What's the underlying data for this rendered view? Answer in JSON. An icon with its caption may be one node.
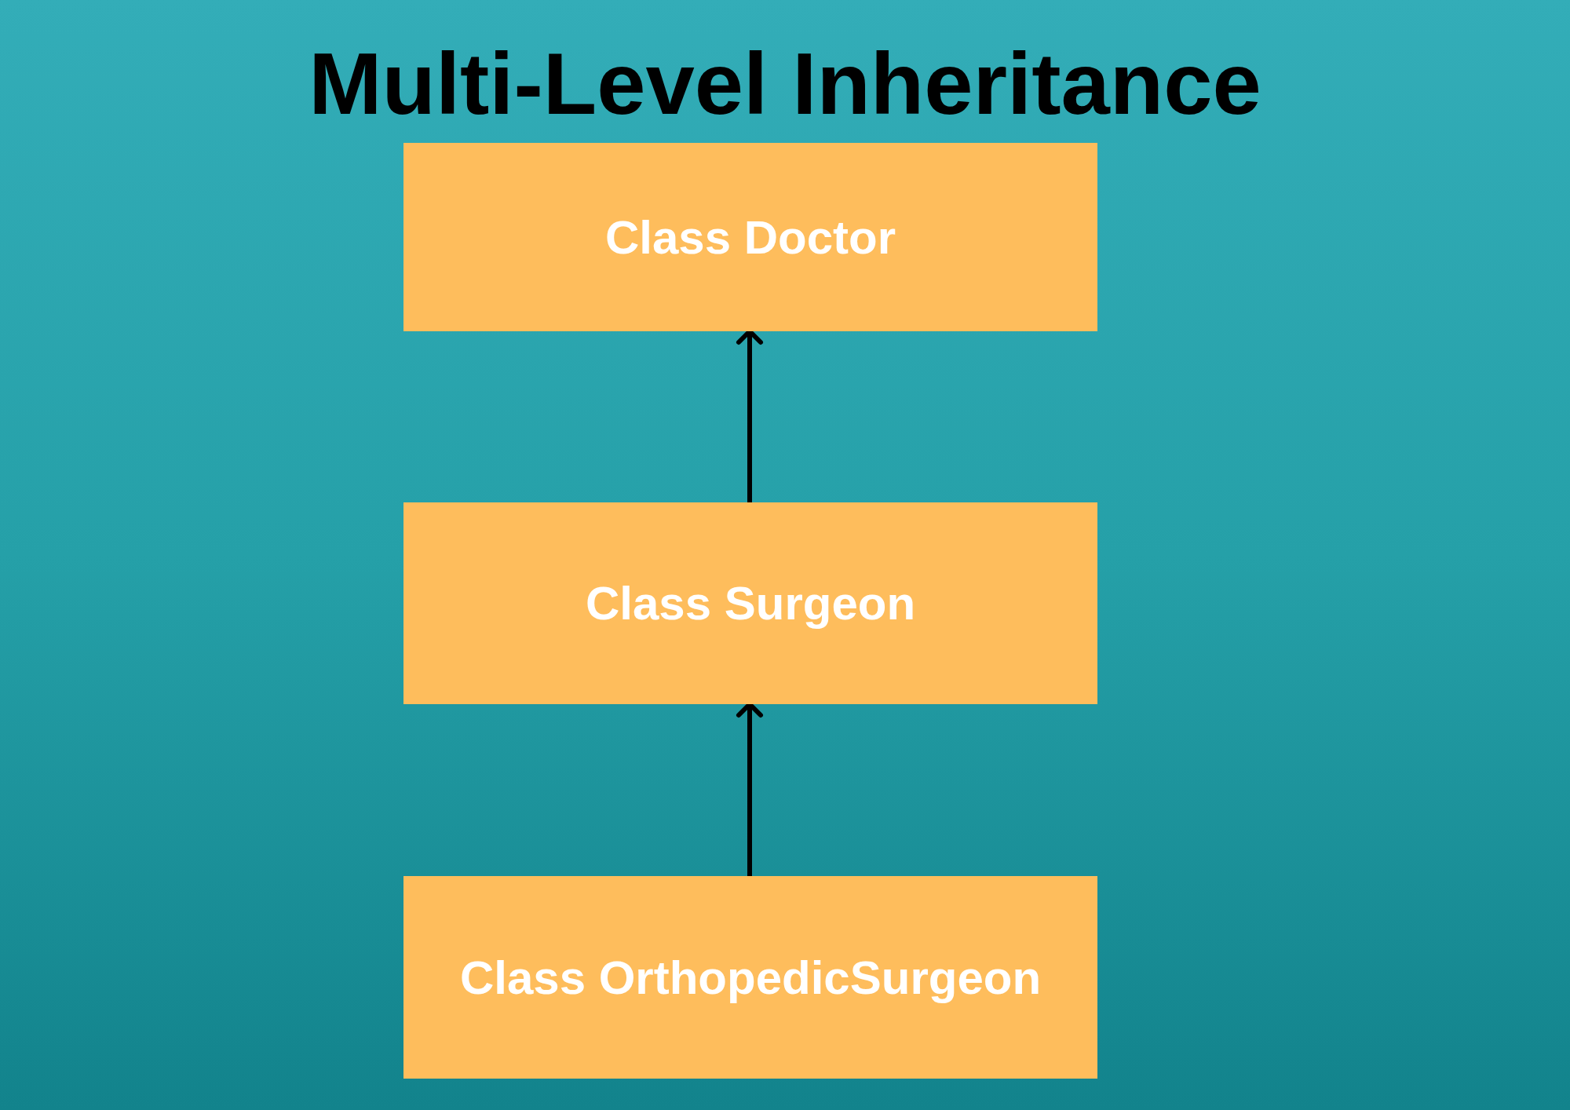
{
  "diagram": {
    "title": "Multi-Level Inheritance",
    "nodes": [
      {
        "text": [
          "Class Doctor"
        ]
      },
      {
        "text": [
          "Class Surgeon"
        ]
      },
      {
        "text": [
          "Class OrthopedicSurgeon"
        ]
      }
    ],
    "edges": [
      {
        "from": 1,
        "to": 0,
        "arrow": "to"
      },
      {
        "from": 2,
        "to": 1,
        "arrow": "to"
      }
    ]
  }
}
